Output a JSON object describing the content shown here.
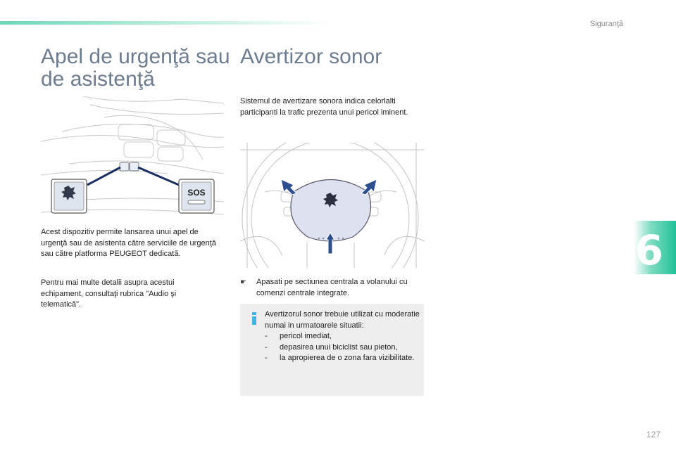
{
  "header": {
    "section": "Siguranţă",
    "chapter": "6"
  },
  "left": {
    "title": "Apel de urgenţă sau de asistenţă",
    "figure": {
      "button_left_icon": "peugeot-lion-icon",
      "button_right_label": "SOS"
    },
    "paragraph1": "Acest dispozitiv permite lansarea unui apel de urgenţă sau de asistenta către serviciile de urgenţă sau către platforma PEUGEOT dedicată.",
    "paragraph2": "Pentru mai multe detalii asupra acestui echipament, consultaţi rubrica \"Audio şi telematică\"."
  },
  "right": {
    "title": "Avertizor sonor",
    "paragraph1": "Sistemul de avertizare sonora indica celorlalti participanti la trafic prezenta unui pericol iminent.",
    "bullet": "Apasati pe sectiunea centrala a volanului cu comenzi centrale integrate.",
    "bullet_glyph": "",
    "info": {
      "icon": "info-icon",
      "intro": "Avertizorul sonor trebuie utilizat cu moderatie numai in urmatoarele situatii:",
      "items": [
        "pericol imediat,",
        "depasirea unui biciclist sau pieton,",
        "la apropierea de o zona fara vizibilitate."
      ]
    }
  },
  "footer": {
    "page": "127"
  },
  "colors": {
    "accent": "#1fc196",
    "heading": "#6d7c8e",
    "arrow": "#2d4f8f",
    "info_blue": "#3bb5e8"
  }
}
